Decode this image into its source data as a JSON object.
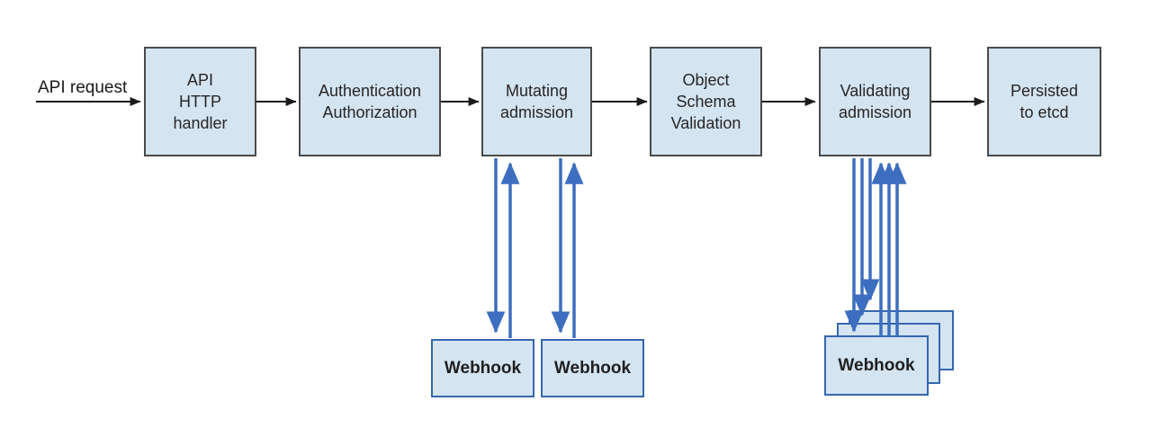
{
  "diagram": {
    "input_label": "API request",
    "stages": [
      {
        "label": "API\nHTTP\nhandler"
      },
      {
        "label": "Authentication\nAuthorization"
      },
      {
        "label": "Mutating\nadmission"
      },
      {
        "label": "Object\nSchema\nValidation"
      },
      {
        "label": "Validating\nadmission"
      },
      {
        "label": "Persisted\nto etcd"
      }
    ],
    "mutating_webhooks": [
      {
        "label": "Webhook"
      },
      {
        "label": "Webhook"
      }
    ],
    "validating_webhook_stack": {
      "front_label": "Webhook",
      "count": 3
    },
    "colors": {
      "box_fill": "#d4e4f1",
      "stage_border": "#4a4a4a",
      "webhook_border": "#3567ae",
      "flow_arrow": "#1a1a1a",
      "webhook_arrow": "#3d6ebf",
      "background": "#ffffff"
    }
  }
}
